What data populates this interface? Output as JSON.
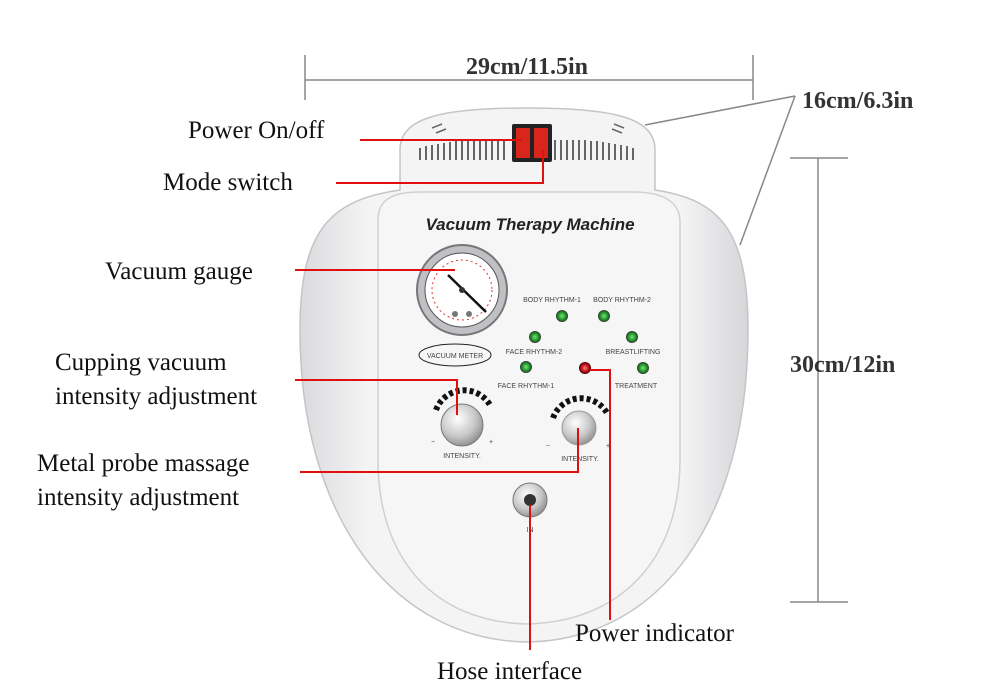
{
  "dimensions": {
    "width": "29cm/11.5in",
    "depth": "16cm/6.3in",
    "height": "30cm/12in"
  },
  "device": {
    "title": "Vacuum Therapy Machine",
    "gauge_label": "VACUUM METER",
    "indicators": [
      "BODY RHYTHM-1",
      "BODY RHYTHM-2",
      "FACE RHYTHM-2",
      "BREASTLIFTING",
      "FACE RHYTHM-1",
      "TREATMENT"
    ],
    "knob_label": "INTENSITY.",
    "minus": "−",
    "plus": "+",
    "port_label": "IN"
  },
  "callouts": {
    "power": "Power On/off",
    "mode": "Mode switch",
    "gauge": "Vacuum gauge",
    "cupping_1": "Cupping vacuum",
    "cupping_2": "intensity adjustment",
    "probe_1": "Metal probe massage",
    "probe_2": "intensity adjustment",
    "power_indicator": "Power indicator",
    "hose": "Hose interface"
  },
  "colors": {
    "callout_line": "#e01010",
    "led_green": "#1d9a2a",
    "led_red": "#c0101a"
  }
}
